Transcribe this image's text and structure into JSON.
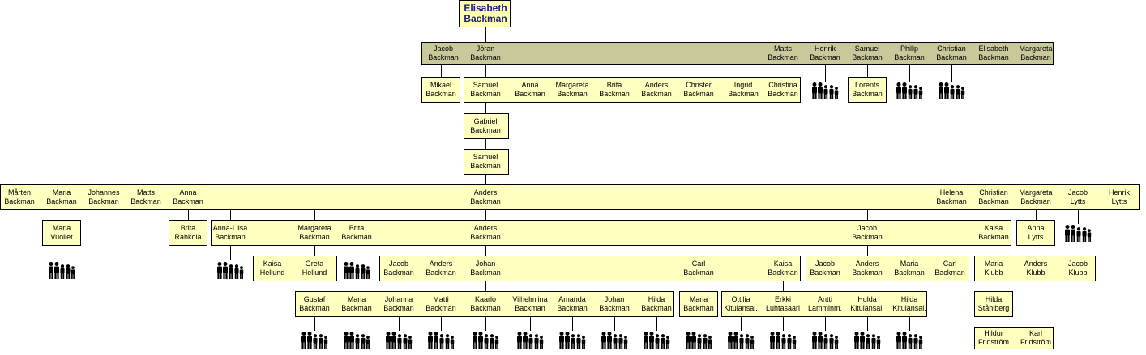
{
  "root": {
    "first": "Elisabeth",
    "last": "Backman"
  },
  "boxes": [
    {
      "id": "gen1",
      "variant": "tan",
      "people": [
        {
          "first": "Jacob",
          "last": "Backman"
        },
        {
          "first": "Jöran",
          "last": "Backman"
        },
        {
          "first": "Matts",
          "last": "Backman"
        },
        {
          "first": "Henrik",
          "last": "Backman"
        },
        {
          "first": "Samuel",
          "last": "Backman"
        },
        {
          "first": "Philip",
          "last": "Backman"
        },
        {
          "first": "Christian",
          "last": "Backman"
        },
        {
          "first": "Elisabeth",
          "last": "Backman"
        },
        {
          "first": "Margareta",
          "last": "Backman"
        }
      ]
    },
    {
      "id": "mikael",
      "people": [
        {
          "first": "Mikael",
          "last": "Backman"
        }
      ]
    },
    {
      "id": "joran-children",
      "people": [
        {
          "first": "Samuel",
          "last": "Backman"
        },
        {
          "first": "Anna",
          "last": "Backman"
        },
        {
          "first": "Margareta",
          "last": "Backman"
        },
        {
          "first": "Brita",
          "last": "Backman"
        },
        {
          "first": "Anders",
          "last": "Backman"
        },
        {
          "first": "Christer",
          "last": "Backman"
        },
        {
          "first": "Ingrid",
          "last": "Backman"
        },
        {
          "first": "Christina",
          "last": "Backman"
        }
      ]
    },
    {
      "id": "lorents",
      "people": [
        {
          "first": "Lorents",
          "last": "Backman"
        }
      ]
    },
    {
      "id": "gabriel",
      "people": [
        {
          "first": "Gabriel",
          "last": "Backman"
        }
      ]
    },
    {
      "id": "samuel2",
      "people": [
        {
          "first": "Samuel",
          "last": "Backman"
        }
      ]
    },
    {
      "id": "gen5",
      "people": [
        {
          "first": "Mårten",
          "last": "Backman"
        },
        {
          "first": "Maria",
          "last": "Backman"
        },
        {
          "first": "Johannes",
          "last": "Backman"
        },
        {
          "first": "Matts",
          "last": "Backman"
        },
        {
          "first": "Anna",
          "last": "Backman"
        },
        {
          "first": "Anders",
          "last": "Backman"
        },
        {
          "first": "Helena",
          "last": "Backman"
        },
        {
          "first": "Christian",
          "last": "Backman"
        },
        {
          "first": "Margareta",
          "last": "Backman"
        },
        {
          "first": "Jacob",
          "last": "Lytts"
        },
        {
          "first": "Henrik",
          "last": "Lytts"
        }
      ]
    },
    {
      "id": "maria-vuollet",
      "people": [
        {
          "first": "Maria",
          "last": "Vuollet"
        }
      ]
    },
    {
      "id": "brita-rahkola",
      "people": [
        {
          "first": "Brita",
          "last": "Rahkola"
        }
      ]
    },
    {
      "id": "gen6",
      "people": [
        {
          "first": "Anna-Liisa",
          "last": "Backman"
        },
        {
          "first": "Margareta",
          "last": "Backman"
        },
        {
          "first": "Brita",
          "last": "Backman"
        },
        {
          "first": "Anders",
          "last": "Backman"
        },
        {
          "first": "Jacob",
          "last": "Backman"
        },
        {
          "first": "Kaisa",
          "last": "Backman"
        }
      ]
    },
    {
      "id": "anna-lytts",
      "people": [
        {
          "first": "Anna",
          "last": "Lytts"
        }
      ]
    },
    {
      "id": "hellund",
      "people": [
        {
          "first": "Kaisa",
          "last": "Hellund"
        },
        {
          "first": "Greta",
          "last": "Hellund"
        }
      ]
    },
    {
      "id": "anders-children",
      "people": [
        {
          "first": "Jacob",
          "last": "Backman"
        },
        {
          "first": "Anders",
          "last": "Backman"
        },
        {
          "first": "Johan",
          "last": "Backman"
        },
        {
          "first": "Carl",
          "last": "Backman"
        },
        {
          "first": "Kaisa",
          "last": "Backman"
        }
      ]
    },
    {
      "id": "jacob-children",
      "people": [
        {
          "first": "Jacob",
          "last": "Backman"
        },
        {
          "first": "Anders",
          "last": "Backman"
        },
        {
          "first": "Maria",
          "last": "Backman"
        },
        {
          "first": "Carl",
          "last": "Backman"
        }
      ]
    },
    {
      "id": "klubb",
      "people": [
        {
          "first": "Maria",
          "last": "Klubb"
        },
        {
          "first": "Anders",
          "last": "Klubb"
        },
        {
          "first": "Jacob",
          "last": "Klubb"
        }
      ]
    },
    {
      "id": "johan-children",
      "people": [
        {
          "first": "Gustaf",
          "last": "Backman"
        },
        {
          "first": "Maria",
          "last": "Backman"
        },
        {
          "first": "Johanna",
          "last": "Backman"
        },
        {
          "first": "Matti",
          "last": "Backman"
        },
        {
          "first": "Kaarlo",
          "last": "Backman"
        },
        {
          "first": "Vilhelmiina",
          "last": "Backman"
        },
        {
          "first": "Amanda",
          "last": "Backman"
        },
        {
          "first": "Johan",
          "last": "Backman"
        },
        {
          "first": "Hilda",
          "last": "Backman"
        }
      ]
    },
    {
      "id": "carl-children",
      "people": [
        {
          "first": "Maria",
          "last": "Backman"
        }
      ]
    },
    {
      "id": "kaisa-children",
      "people": [
        {
          "first": "Ottilia",
          "last": "Kitulansal."
        },
        {
          "first": "Erkki",
          "last": "Luhtasaari"
        },
        {
          "first": "Antti",
          "last": "Lamminm."
        },
        {
          "first": "Hulda",
          "last": "Kitulansal."
        },
        {
          "first": "Hilda",
          "last": "Kitulansal."
        }
      ]
    },
    {
      "id": "hilda-stahlberg",
      "people": [
        {
          "first": "Hilda",
          "last": "Ståhlberg"
        }
      ]
    },
    {
      "id": "fridstrom",
      "people": [
        {
          "first": "Hildur",
          "last": "Fridström"
        },
        {
          "first": "Karl",
          "last": "Fridström"
        }
      ]
    }
  ],
  "more_descendants_icon": "family-group-icon",
  "colors": {
    "box": "#ffffc0",
    "gen1_box": "#c8c89a",
    "root_text": "#1a1a8c",
    "line": "#000000"
  }
}
